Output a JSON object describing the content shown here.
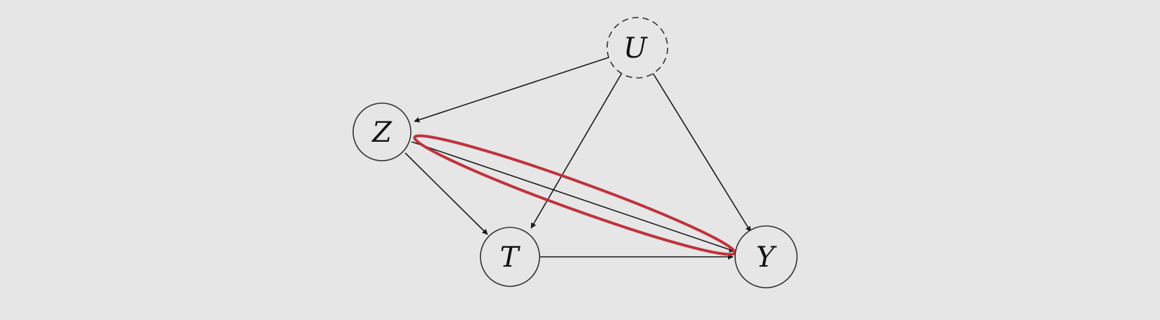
{
  "background": "#e6e6e6",
  "edge_color": "#1a1a1a",
  "highlight_color": "#c0323c",
  "nodes": {
    "U": {
      "label": "U",
      "style": "dashed"
    },
    "Z": {
      "label": "Z",
      "style": "solid"
    },
    "T": {
      "label": "T",
      "style": "solid"
    },
    "Y": {
      "label": "Y",
      "style": "solid"
    }
  },
  "edges": [
    {
      "from": "U",
      "to": "Z"
    },
    {
      "from": "U",
      "to": "T"
    },
    {
      "from": "U",
      "to": "Y"
    },
    {
      "from": "Z",
      "to": "T"
    },
    {
      "from": "Z",
      "to": "Y",
      "highlighted": true
    },
    {
      "from": "T",
      "to": "Y"
    }
  ]
}
